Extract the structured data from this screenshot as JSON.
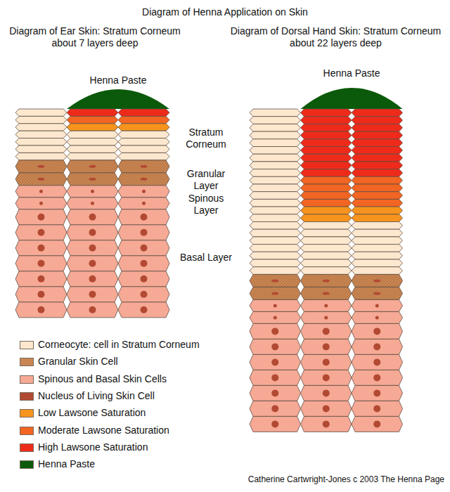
{
  "diagram": {
    "title": "Diagram of Henna Application on Skin",
    "labels": [
      "Diagram of Ear Skin: Stratum Corneum about 7 layers deep",
      "Diagram of Dorsal Hand Skin: Stratum Corneum about 22 layers deep",
      "Henna Paste",
      "Henna Paste",
      "Stratum Corneum",
      "Granular Layer",
      "Spinous Layer",
      "Basal Layer",
      "Catherine Cartwright-Jones c 2003 The Henna Page"
    ],
    "legend": [
      {
        "text": "Corneocyte: cell in Stratum Corneum",
        "color": "#fde8cf"
      },
      {
        "text": "Granular Skin  Cell",
        "color": "#c98652"
      },
      {
        "text": "Spinous and Basal Skin Cells",
        "color": "#f6a995"
      },
      {
        "text": "Nucleus of Living Skin Cell",
        "color": "#b24a33"
      },
      {
        "text": "Low Lawsone Saturation",
        "color": "#f7941d"
      },
      {
        "text": "Moderate Lawsone Saturation",
        "color": "#f26522"
      },
      {
        "text": "High Lawsone Saturation",
        "color": "#ee2b1b"
      },
      {
        "text": "Henna Paste",
        "color": "#0b5a0b"
      }
    ]
  }
}
